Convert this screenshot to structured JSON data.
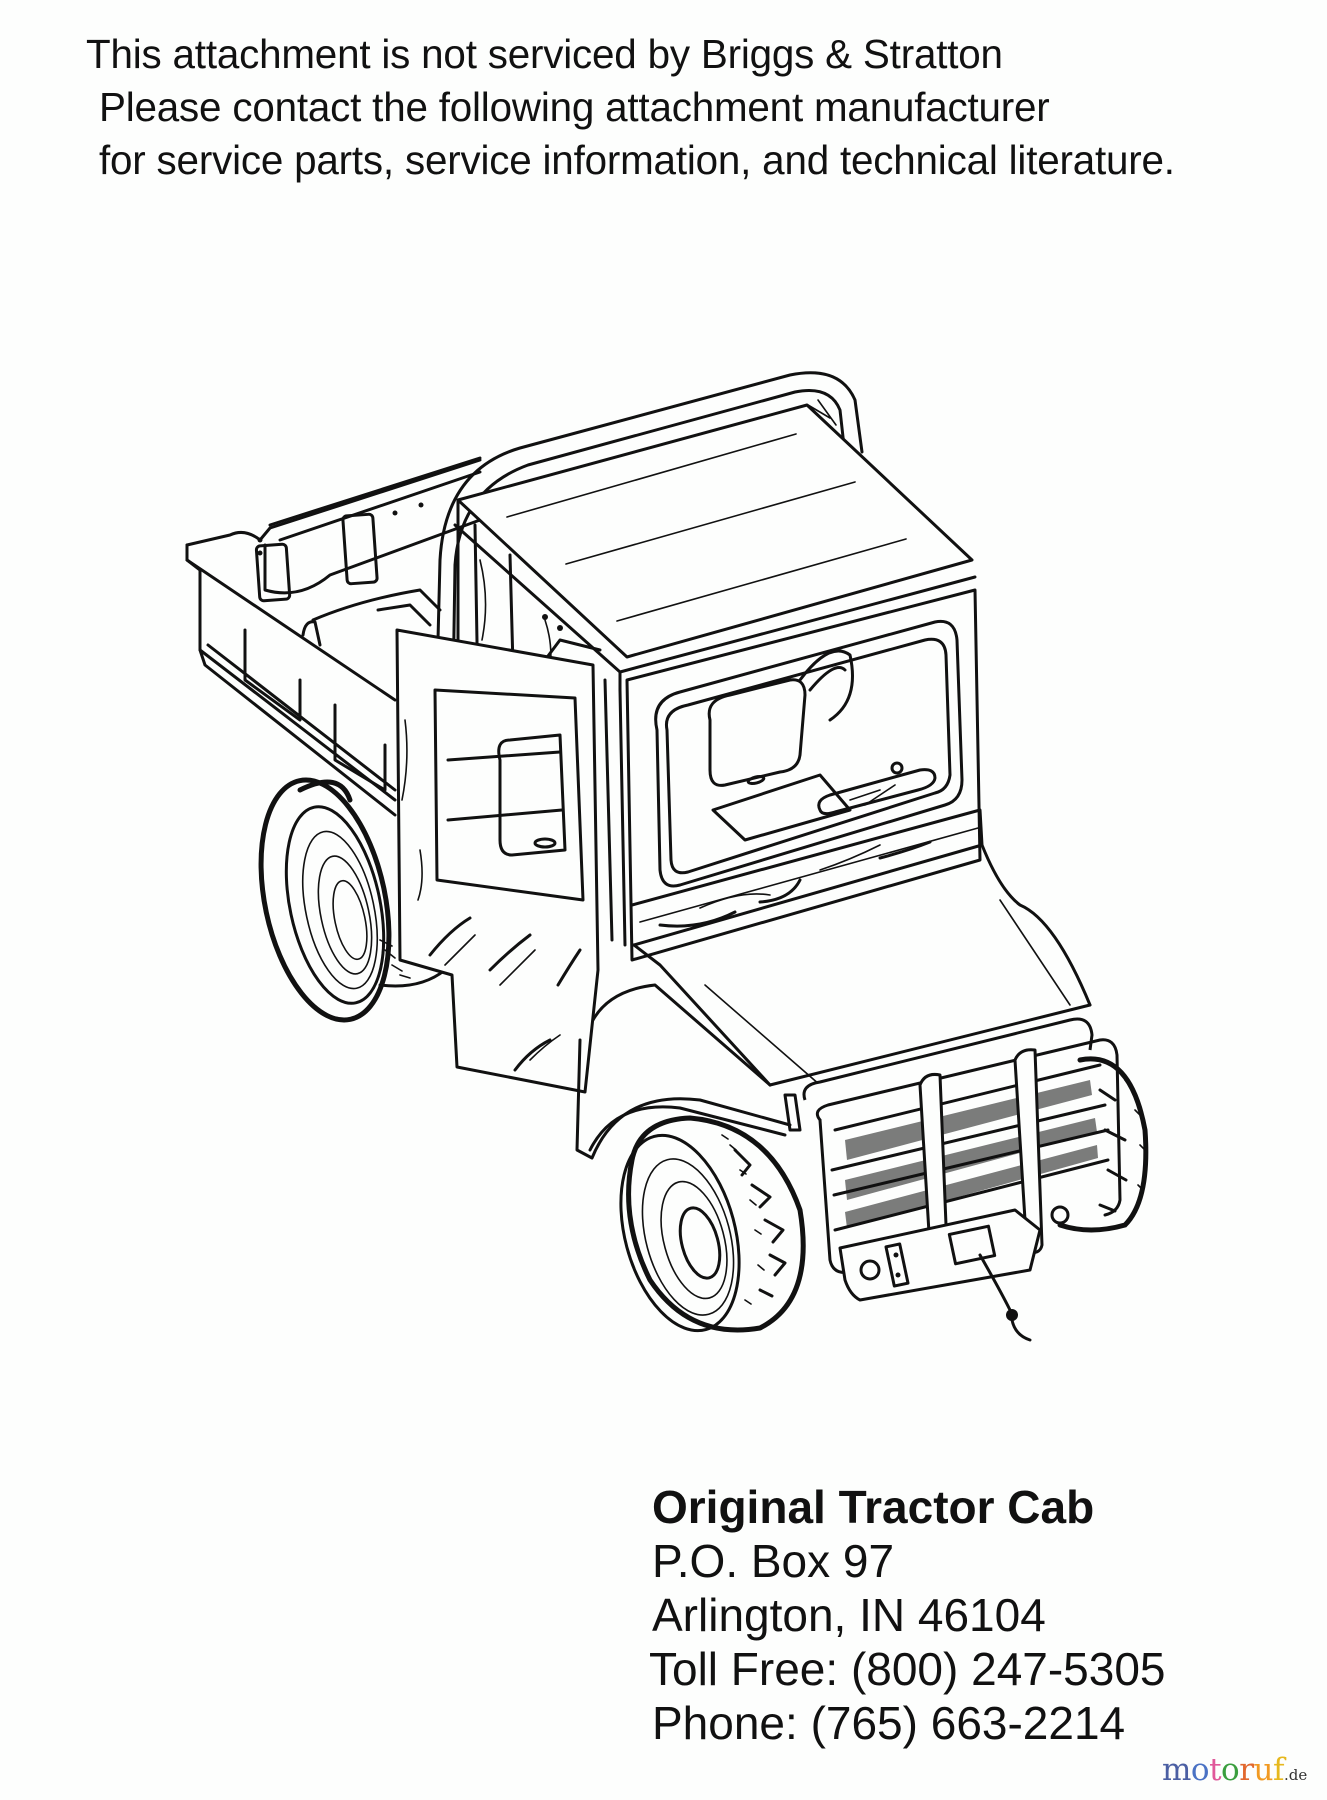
{
  "notice": {
    "lines": [
      "This attachment is not serviced by Briggs & Stratton",
      "Please contact the following attachment manufacturer",
      "for service parts, service information, and technical literature."
    ]
  },
  "illustration": {
    "subject": "utility vehicle with tractor cab enclosure, open door, grille guard and winch"
  },
  "manufacturer": {
    "name": "Original Tractor Cab",
    "po_box": "P.O. Box 97",
    "city_state_zip": "Arlington, IN 46104",
    "toll_free": "Toll Free: (800) 247-5305",
    "phone": "Phone: (765) 663-2214"
  },
  "watermark": {
    "letters": [
      {
        "char": "m",
        "color": "#4b5fa3"
      },
      {
        "char": "o",
        "color": "#4a72c4"
      },
      {
        "char": "t",
        "color": "#e0589a"
      },
      {
        "char": "o",
        "color": "#3a9e3e"
      },
      {
        "char": "r",
        "color": "#e2682e"
      },
      {
        "char": "u",
        "color": "#f19a22"
      },
      {
        "char": "f",
        "color": "#e6b81e"
      }
    ],
    "tld": ".de"
  }
}
